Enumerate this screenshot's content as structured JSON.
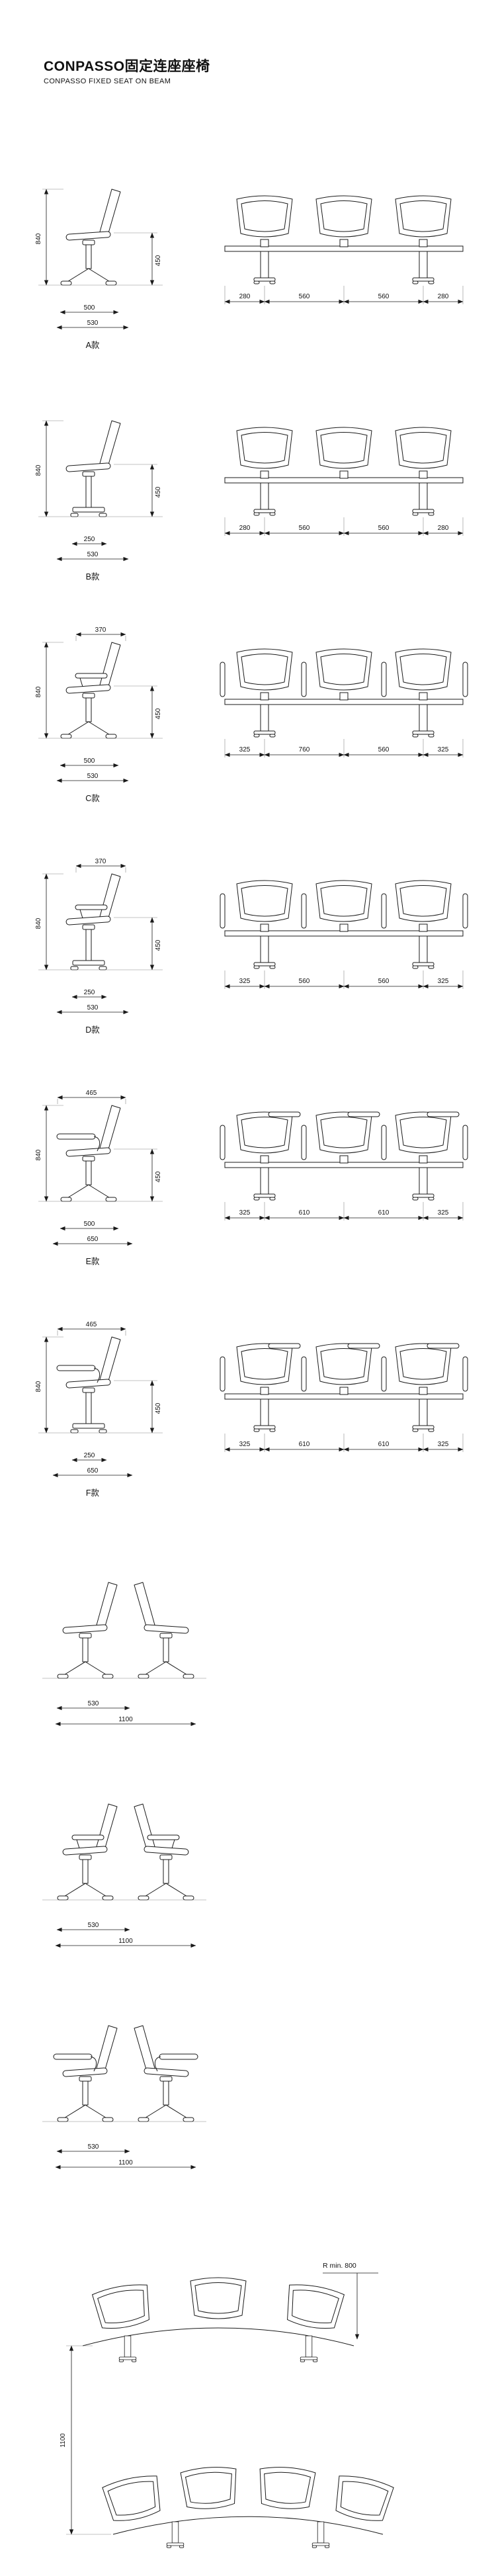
{
  "header": {
    "title_zh": "CONPASSO固定连座座椅",
    "title_en": "CONPASSO FIXED SEAT ON BEAM"
  },
  "sections": [
    {
      "label": "A款",
      "side": {
        "height": "840",
        "seat_height": "450",
        "base_width": "500",
        "depth": "530"
      },
      "beam": {
        "d1": "280",
        "d2": "560",
        "d3": "560",
        "d4": "280"
      }
    },
    {
      "label": "B款",
      "side": {
        "height": "840",
        "seat_height": "450",
        "base_width": "250",
        "depth": "530"
      },
      "beam": {
        "d1": "280",
        "d2": "560",
        "d3": "560",
        "d4": "280"
      }
    },
    {
      "label": "C款",
      "side": {
        "top_width": "370",
        "height": "840",
        "seat_height": "450",
        "base_width": "500",
        "depth": "530"
      },
      "beam": {
        "d1": "325",
        "d2": "760",
        "d3": "560",
        "d4": "325"
      }
    },
    {
      "label": "D款",
      "side": {
        "top_width": "370",
        "height": "840",
        "seat_height": "450",
        "base_width": "250",
        "depth": "530"
      },
      "beam": {
        "d1": "325",
        "d2": "560",
        "d3": "560",
        "d4": "325"
      }
    },
    {
      "label": "E款",
      "side": {
        "top_width": "465",
        "height": "840",
        "seat_height": "450",
        "base_width": "500",
        "depth": "650"
      },
      "beam": {
        "d1": "325",
        "d2": "610",
        "d3": "610",
        "d4": "325"
      }
    },
    {
      "label": "F款",
      "side": {
        "top_width": "465",
        "height": "840",
        "seat_height": "450",
        "base_width": "250",
        "depth": "650"
      },
      "beam": {
        "d1": "325",
        "d2": "610",
        "d3": "610",
        "d4": "325"
      }
    }
  ],
  "pairs": [
    {
      "depth": "530",
      "span": "1100"
    },
    {
      "depth": "530",
      "span": "1100"
    },
    {
      "depth": "530",
      "span": "1100"
    }
  ],
  "curved": {
    "radius": "R min. 800",
    "aisle": "1100"
  }
}
